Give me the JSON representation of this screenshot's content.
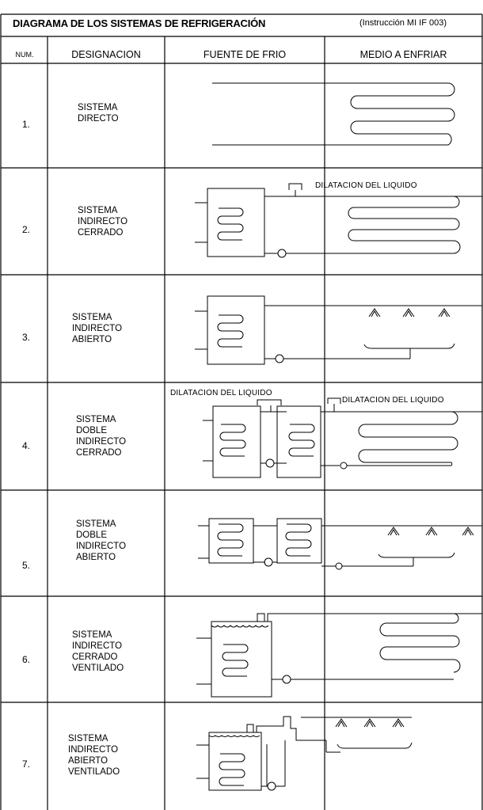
{
  "title": {
    "main": "DIAGRAMA DE LOS SISTEMAS DE REFRIGERACIÓN",
    "reference": "(Instrucción MI IF 003)"
  },
  "headers": {
    "num": "NUM.",
    "designation": "DESIGNACION",
    "cold_source": "FUENTE DE FRIO",
    "medium": "MEDIO A ENFRIAR"
  },
  "rows": [
    {
      "num": "1.",
      "designation": "SISTEMA\nDIRECTO"
    },
    {
      "num": "2.",
      "designation": "SISTEMA\nINDIRECTO\nCERRADO"
    },
    {
      "num": "3.",
      "designation": "SISTEMA\nINDIRECTO\nABIERTO"
    },
    {
      "num": "4.",
      "designation": "SISTEMA\nDOBLE\nINDIRECTO\nCERRADO"
    },
    {
      "num": "5.",
      "designation": "SISTEMA\nDOBLE\nINDIRECTO\nABIERTO"
    },
    {
      "num": "6.",
      "designation": "SISTEMA\nINDIRECTO\nCERRADO\nVENTILADO"
    },
    {
      "num": "7.",
      "designation": "SISTEMA\nINDIRECTO\nABIERTO\nVENTILADO"
    }
  ],
  "labels": {
    "liquid_expansion": "DILATACION DEL LIQUIDO"
  }
}
